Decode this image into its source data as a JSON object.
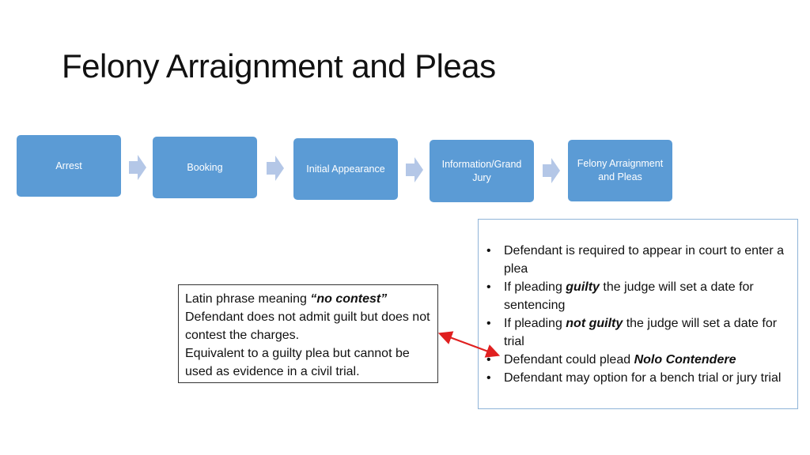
{
  "title": "Felony Arraignment and Pleas",
  "flow": {
    "steps": [
      "Arrest",
      "Booking",
      "Initial Appearance",
      "Information/Grand Jury",
      "Felony Arraignment and Pleas"
    ]
  },
  "note": {
    "line1_prefix": "Latin phrase meaning ",
    "line1_em": "“no contest”",
    "line2": "Defendant does not admit guilt but does not contest the charges.",
    "line3": "Equivalent to a guilty plea but cannot be used as evidence in a civil trial."
  },
  "bullets": {
    "b1": "Defendant is required to appear in court to enter a plea",
    "b2_pre": "If pleading ",
    "b2_em": "guilty",
    "b2_post": " the judge will set a date for sentencing",
    "b3_pre": "If pleading ",
    "b3_em": "not guilty",
    "b3_post": " the judge will set a date for trial",
    "b4_pre": "Defendant could plead ",
    "b4_em": "Nolo Contendere",
    "b5": "Defendant may option for a bench trial or jury trial",
    "bullet_char": "•"
  },
  "colors": {
    "step_fill": "#5b9bd5",
    "chevron_fill": "#b4c7e7",
    "connector_arrow": "#e02020"
  }
}
